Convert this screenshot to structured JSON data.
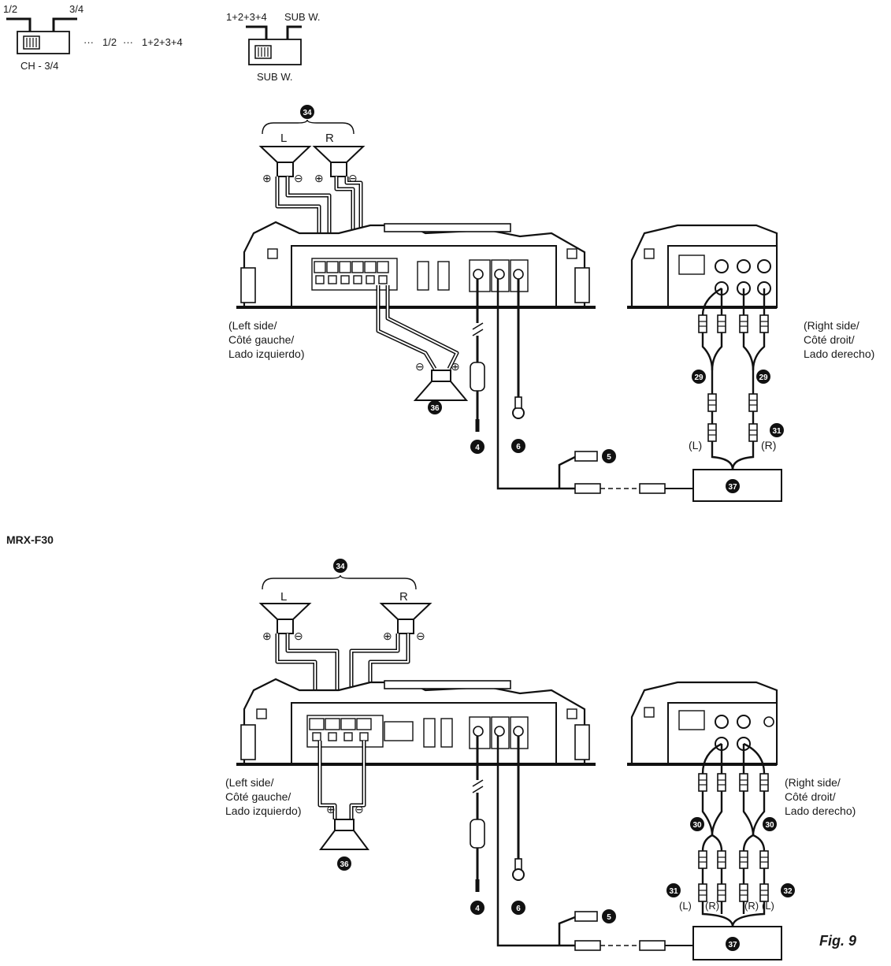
{
  "switches": {
    "ch34": {
      "left_label": "1/2",
      "right_label": "3/4",
      "caption": "CH - 3/4",
      "legend_dots_1": "···",
      "legend_a": "1/2",
      "legend_dots_2": "···",
      "legend_b": "1+2+3+4"
    },
    "subw": {
      "left_label": "1+2+3+4",
      "right_label": "SUB W.",
      "caption": "SUB W."
    }
  },
  "model_heading": "MRX-F30",
  "top": {
    "speaker_group_no": "34",
    "left_channel": "L",
    "right_channel": "R",
    "plus": "⊕",
    "minus": "⊖",
    "sub_no": "36",
    "fuse_wire_no": "4",
    "ground_no": "6",
    "remote_no": "5",
    "cable_left_no": "29",
    "cable_right_no": "29",
    "adapter_no": "31",
    "head_unit_no": "37",
    "out_left": "(L)",
    "out_right": "(R)",
    "left_side": [
      "(Left side/",
      "Côté gauche/",
      "Lado izquierdo)"
    ],
    "right_side": [
      "(Right side/",
      "Côté droit/",
      "Lado derecho)"
    ]
  },
  "bottom": {
    "speaker_group_no": "34",
    "left_channel": "L",
    "right_channel": "R",
    "sub_no": "36",
    "fuse_wire_no": "4",
    "ground_no": "6",
    "remote_no": "5",
    "cable_left_no": "30",
    "cable_right_no": "30",
    "adapter_left_no": "31",
    "adapter_right_no": "32",
    "head_unit_no": "37",
    "out_labels": [
      "(L)",
      "(R)",
      "(R)",
      "(L)"
    ],
    "left_side": [
      "(Left side/",
      "Côté gauche/",
      "Lado izquierdo)"
    ],
    "right_side": [
      "(Right side/",
      "Côté droit/",
      "Lado derecho)"
    ]
  },
  "figure_label": "Fig. 9"
}
